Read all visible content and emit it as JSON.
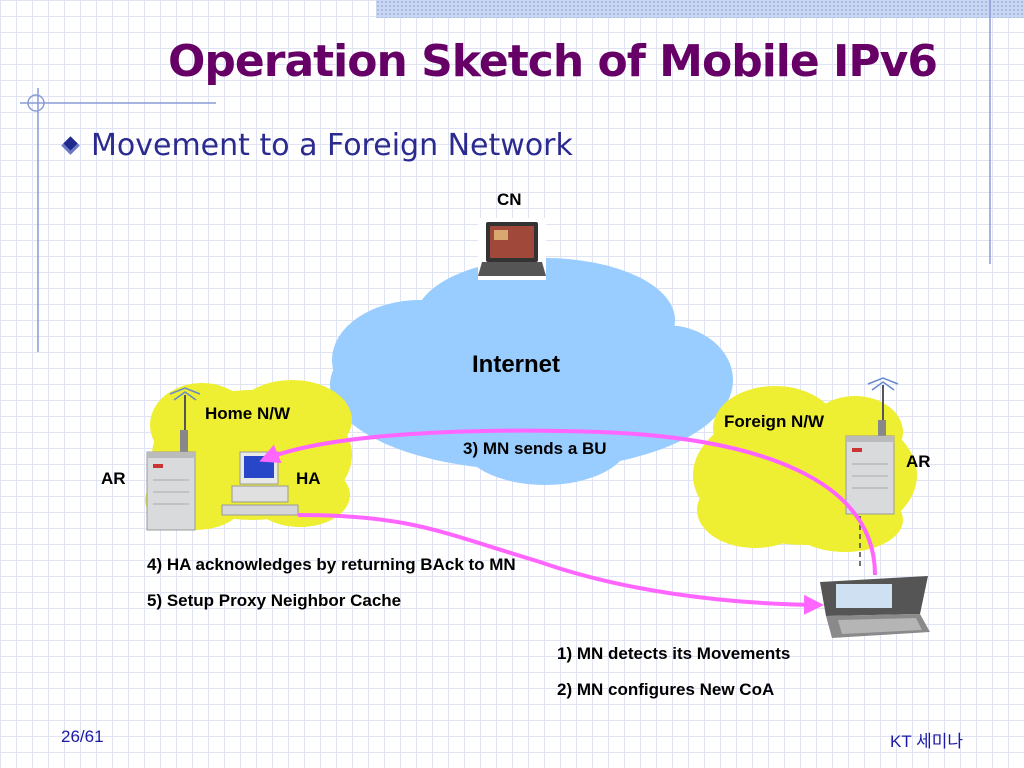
{
  "slide": {
    "title": "Operation Sketch of Mobile IPv6",
    "bullet": "Movement to a Foreign Network",
    "page_number": "26/61",
    "footer_right": "KT 세미나"
  },
  "diagram": {
    "cn_label": "CN",
    "internet_label": "Internet",
    "home_network_label": "Home N/W",
    "foreign_network_label": "Foreign N/W",
    "ar_left_label": "AR",
    "ar_right_label": "AR",
    "ha_label": "HA",
    "step3": "3) MN sends a BU",
    "step4": "4) HA acknowledges by returning BAck to MN",
    "step5": "5) Setup Proxy Neighbor Cache",
    "step1": "1) MN detects its Movements",
    "step2": "2) MN configures New CoA",
    "colors": {
      "title": "#660066",
      "internet_cloud": "#99ccff",
      "network_cloud": "#eeee33",
      "arrow": "#ff66ff"
    }
  }
}
